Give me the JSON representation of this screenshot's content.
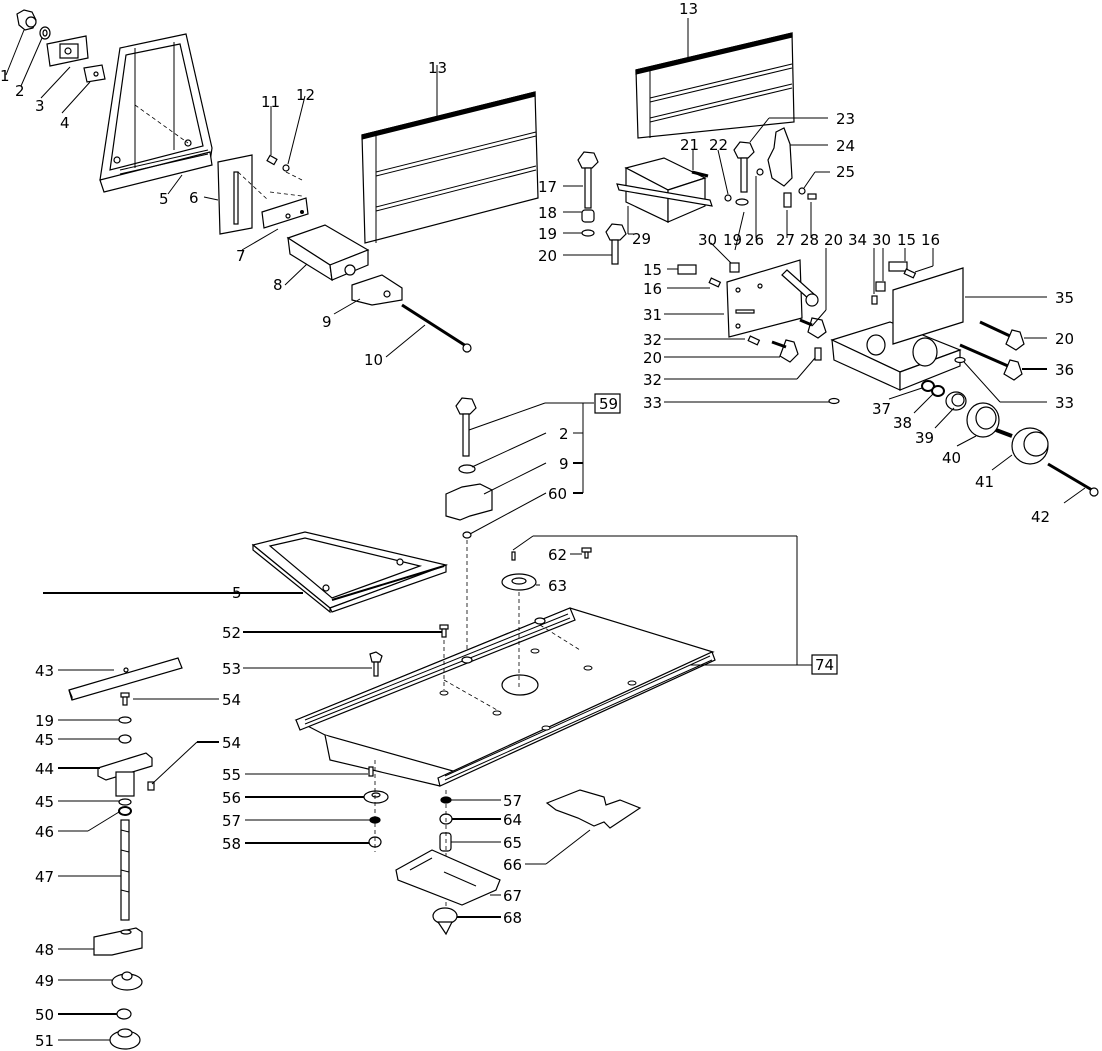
{
  "title": "Exploded parts diagram - table / fence assembly",
  "labels": {
    "p1": "1",
    "p2": "2",
    "p3": "3",
    "p4": "4",
    "p5a": "5",
    "p5b": "5",
    "p6": "6",
    "p7": "7",
    "p8": "8",
    "p9": "9",
    "p10": "10",
    "p11": "11",
    "p12": "12",
    "p13a": "13",
    "p13b": "13",
    "p15a": "15",
    "p15b": "15",
    "p16a": "16",
    "p16b": "16",
    "p17": "17",
    "p18": "18",
    "p19a": "19",
    "p19b": "19",
    "p19c": "19",
    "p20a": "20",
    "p20b": "20",
    "p20c": "20",
    "p20d": "20",
    "p21": "21",
    "p22": "22",
    "p23": "23",
    "p24": "24",
    "p25": "25",
    "p26": "26",
    "p27": "27",
    "p28": "28",
    "p29": "29",
    "p30a": "30",
    "p30b": "30",
    "p31": "31",
    "p32a": "32",
    "p32b": "32",
    "p33a": "33",
    "p33b": "33",
    "p34": "34",
    "p35": "35",
    "p36": "36",
    "p37": "37",
    "p38": "38",
    "p39": "39",
    "p40": "40",
    "p41": "41",
    "p42": "42",
    "p43": "43",
    "p44": "44",
    "p45a": "45",
    "p45b": "45",
    "p46": "46",
    "p47": "47",
    "p48": "48",
    "p49": "49",
    "p50": "50",
    "p51": "51",
    "p52": "52",
    "p53": "53",
    "p54a": "54",
    "p54b": "54",
    "p55": "55",
    "p56": "56",
    "p57a": "57",
    "p57b": "57",
    "p58": "58",
    "g59_2": "2",
    "g59_9": "9",
    "g59_60": "60",
    "p62": "62",
    "p63": "63",
    "p64": "64",
    "p65": "65",
    "p66": "66",
    "p67": "67",
    "p68": "68"
  },
  "kits": {
    "kit59": {
      "label": "59",
      "members": [
        "2",
        "9",
        "60"
      ]
    },
    "kit74": {
      "label": "74",
      "members": [
        "62",
        "63",
        "table-plate"
      ]
    }
  }
}
